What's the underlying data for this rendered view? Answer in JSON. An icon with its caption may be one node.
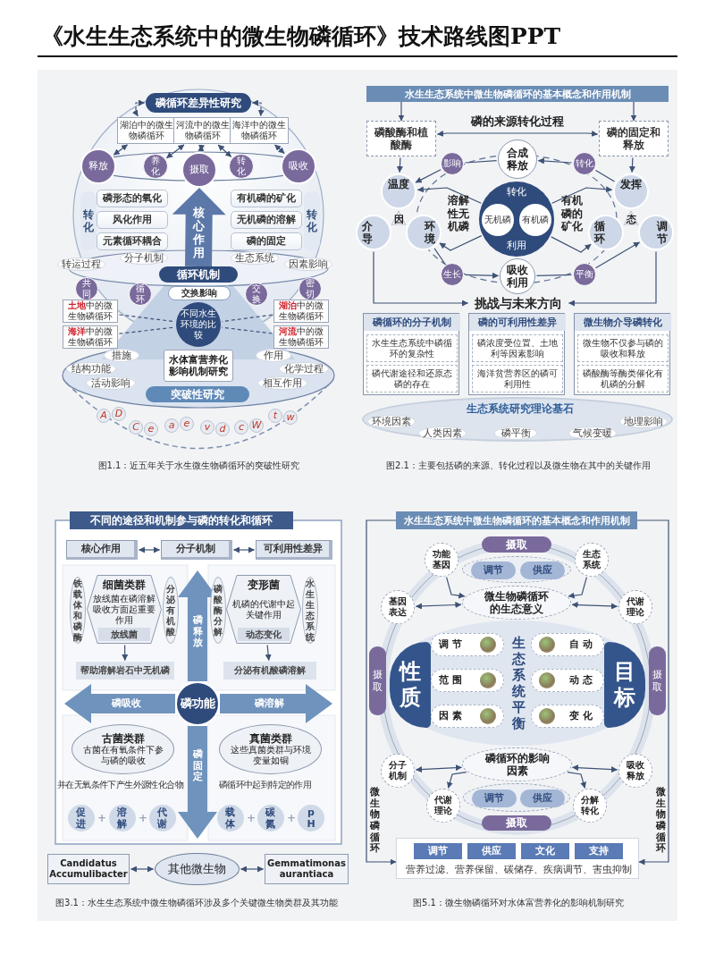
{
  "diagram": {
    "title": "《水生生态系统中的微生物磷循环》技术路线图PPT",
    "nodes": [
      {
        "text": [
          "磷循环差异性研究"
        ]
      },
      {
        "text": [
          "湖泊中的微生物磷循环"
        ]
      },
      {
        "text": [
          "河流中的微生物磷循环"
        ]
      },
      {
        "text": [
          "海洋中的微生物磷循环"
        ]
      },
      {
        "text": [
          "释放"
        ]
      },
      {
        "text": [
          "养化"
        ]
      },
      {
        "text": [
          "摄取"
        ]
      },
      {
        "text": [
          "转化"
        ]
      },
      {
        "text": [
          "吸收"
        ]
      },
      {
        "text": [
          "磷形态的氧化"
        ]
      },
      {
        "text": [
          "风化作用"
        ]
      },
      {
        "text": [
          "元素循环耦合"
        ]
      },
      {
        "text": [
          "有机磷的矿化"
        ]
      },
      {
        "text": [
          "无机磷的溶解"
        ]
      },
      {
        "text": [
          "磷的固定"
        ]
      },
      {
        "text": [
          "转化"
        ]
      },
      {
        "text": [
          "转化"
        ]
      },
      {
        "text": [
          "摄取"
        ]
      },
      {
        "text": [
          "循环机制"
        ]
      },
      {
        "text": [
          "交换影响"
        ]
      },
      {
        "text": [
          "共同"
        ]
      },
      {
        "text": [
          "循环"
        ]
      },
      {
        "text": [
          "交换"
        ]
      },
      {
        "text": [
          "密切"
        ]
      },
      {
        "text": [
          "不同水生环境的比较"
        ]
      },
      {
        "text": [
          "**土地**中的微生物磷循环"
        ]
      },
      {
        "text": [
          "**海洋**中的微生物磷循环"
        ]
      },
      {
        "text": [
          "**湖泊**中的微生物磷循环"
        ]
      },
      {
        "text": [
          "**河流**中的微生物磷循环"
        ]
      },
      {
        "text": [
          "水体富营养化影响机制研究"
        ]
      },
      {
        "text": [
          "突破性研究"
        ]
      },
      {
        "text": [
          "水生生态系统中微生物磷循环的基本概念和作用机制"
        ]
      },
      {
        "text": [
          "磷酸酶和植酸酶"
        ]
      },
      {
        "text": [
          "磷的固定和释放"
        ]
      },
      {
        "text": [
          "合成释放"
        ]
      },
      {
        "text": [
          "影响"
        ]
      },
      {
        "text": [
          "转化"
        ]
      },
      {
        "text": [
          "转化",
          "利用"
        ]
      },
      {
        "text": [
          "无机磷"
        ],
        "in": 37
      },
      {
        "text": [
          "有机磷"
        ],
        "in": 37
      },
      {
        "text": [
          "温度"
        ]
      },
      {
        "text": [
          "介导"
        ]
      },
      {
        "text": [
          "环境"
        ]
      },
      {
        "text": [
          "因"
        ]
      },
      {
        "text": [
          "发挥"
        ]
      },
      {
        "text": [
          "循环"
        ]
      },
      {
        "text": [
          "调节"
        ]
      },
      {
        "text": [
          "态"
        ]
      },
      {
        "text": [
          "吸收利用"
        ]
      },
      {
        "text": [
          "生长"
        ]
      },
      {
        "text": [
          "平衡"
        ]
      },
      {
        "text": [
          "挑战与未来方向"
        ]
      },
      {
        "text": [
          "磷循环的分子机制"
        ]
      },
      {
        "text": [
          "水生生态系统中磷循环的复杂性"
        ],
        "in": 52
      },
      {
        "text": [
          "磷代谢途径和还原态磷的存在"
        ],
        "in": 52
      },
      {
        "text": [
          "磷的可利用性差异"
        ]
      },
      {
        "text": [
          "磷浓度受位置、土地利等因素影响"
        ],
        "in": 55
      },
      {
        "text": [
          "海洋贫营养区的磷可利用性"
        ],
        "in": 55
      },
      {
        "text": [
          "微生物介导磷转化"
        ]
      },
      {
        "text": [
          "微生物不仅参与磷的吸收和释放"
        ],
        "in": 58
      },
      {
        "text": [
          "磷酸酶等酶类催化有机磷的分解"
        ],
        "in": 58
      },
      {
        "text": [
          "生态系统研究理论基石"
        ]
      },
      {
        "text": [
          "不同的途径和机制参与磷的转化和循环"
        ]
      },
      {
        "text": [
          "核心作用"
        ]
      },
      {
        "text": [
          "分子机制"
        ]
      },
      {
        "text": [
          "可利用性差异"
        ]
      },
      {
        "text": [
          "细菌类群",
          "放线菌在磷溶解吸收方面起重要作用"
        ]
      },
      {
        "text": [
          "放线菌"
        ],
        "in": 66
      },
      {
        "text": [
          "铁载体和磷酶"
        ]
      },
      {
        "text": [
          "分泌有机酸"
        ]
      },
      {
        "text": [
          "帮助溶解岩石中无机磷"
        ]
      },
      {
        "text": [
          "变形菌",
          "机磷的代谢中起关键作用"
        ]
      },
      {
        "text": [
          "动态变化"
        ],
        "in": 71
      },
      {
        "text": [
          "磷酸酶分解"
        ]
      },
      {
        "text": [
          "水生生态系统"
        ]
      },
      {
        "text": [
          "分泌有机酸磷溶解"
        ]
      },
      {
        "text": [
          "磷功能"
        ]
      },
      {
        "text": [
          "古菌类群",
          "古菌在有氧条件下参与磷的吸收"
        ],
        "beside": [
          "并在无氧条件下产生外源性化合物"
        ]
      },
      {
        "text": [
          "促进"
        ]
      },
      {
        "text": [
          "溶解"
        ]
      },
      {
        "text": [
          "代谢"
        ]
      },
      {
        "text": [
          "真菌类群",
          "这些真菌类群与环境变量如铜"
        ],
        "beside": [
          "磷循环中起到特定的作用"
        ]
      },
      {
        "text": [
          "载体"
        ]
      },
      {
        "text": [
          "碳氮"
        ]
      },
      {
        "text": [
          "pH"
        ]
      },
      {
        "text": [
          "Candidatus Accumulibacter"
        ]
      },
      {
        "text": [
          "其他微生物"
        ]
      },
      {
        "text": [
          "Gemmatimonas aurantiaca"
        ]
      },
      {
        "text": [
          "水生生态系统中微生物磷循环的基本概念和作用机制"
        ]
      },
      {
        "text": [
          "摄取"
        ]
      },
      {
        "text": [
          "功能基因"
        ]
      },
      {
        "text": [
          "生态系统"
        ]
      },
      {
        "text": [
          "基因表达"
        ]
      },
      {
        "text": [
          "代谢理论"
        ]
      },
      {
        "text": [],
        "shape": "ellipse"
      },
      {
        "text": [
          "调节"
        ],
        "in": 94
      },
      {
        "text": [
          "供应"
        ],
        "in": 94
      },
      {
        "text": [
          "微生物磷循环的生态意义"
        ]
      },
      {
        "text": [
          "生态系统平衡"
        ]
      },
      {
        "text": [
          "性质"
        ],
        "in": 98
      },
      {
        "text": [
          "目标"
        ],
        "in": 98
      },
      {
        "text": [
          "调节"
        ],
        "in": 98
      },
      {
        "text": [
          "范围"
        ],
        "in": 98
      },
      {
        "text": [
          "因素"
        ],
        "in": 98
      },
      {
        "text": [
          "自动"
        ],
        "in": 98
      },
      {
        "text": [
          "动态"
        ],
        "in": 98
      },
      {
        "text": [
          "变化"
        ],
        "in": 98
      },
      {
        "text": [
          "摄取"
        ]
      },
      {
        "text": [
          "摄取"
        ]
      },
      {
        "text": [
          "磷循环的影响因素"
        ]
      },
      {
        "text": [],
        "shape": "ellipse"
      },
      {
        "text": [
          "调节"
        ],
        "in": 110
      },
      {
        "text": [
          "供应"
        ],
        "in": 110
      },
      {
        "text": [
          "分子机制"
        ]
      },
      {
        "text": [
          "吸收释放"
        ]
      },
      {
        "text": [
          "代谢理论"
        ]
      },
      {
        "text": [
          "分解转化"
        ]
      },
      {
        "text": [
          "营养过滤、营养保留、碳储存、疾病调节、害虫抑制"
        ]
      },
      {
        "text": [
          "调节"
        ],
        "in": 117
      },
      {
        "text": [
          "供应"
        ],
        "in": 117
      },
      {
        "text": [
          "文化"
        ],
        "in": 117
      },
      {
        "text": [
          "支持"
        ],
        "in": 117
      }
    ],
    "edges": [
      {
        "from": 0,
        "to": 1,
        "arrow": "both",
        "style": "dashed"
      },
      {
        "from": 0,
        "to": 3,
        "arrow": "both",
        "style": "dashed"
      },
      {
        "from": 1,
        "to": 4,
        "arrow": "both"
      },
      {
        "from": 2,
        "to": 5,
        "arrow": "both"
      },
      {
        "from": 2,
        "to": 6,
        "arrow": "both"
      },
      {
        "from": 2,
        "to": 7,
        "arrow": "both"
      },
      {
        "from": 3,
        "to": 8,
        "arrow": "both"
      },
      {
        "from": 25,
        "to": 24,
        "arrow": "none",
        "style": "dashed"
      },
      {
        "from": 26,
        "to": 24,
        "arrow": "none",
        "style": "dashed"
      },
      {
        "from": 27,
        "to": 24,
        "arrow": "none",
        "style": "dashed"
      },
      {
        "from": 28,
        "to": 24,
        "arrow": "none",
        "style": "dashed"
      },
      {
        "from": 31,
        "to": 32,
        "arrow": "to"
      },
      {
        "from": 31,
        "to": 33,
        "arrow": "to"
      },
      {
        "from": 32,
        "to": 33,
        "arrow": "both",
        "label": "磷的来源转化过程"
      },
      {
        "from": 32,
        "to": 40,
        "arrow": "to"
      },
      {
        "from": 33,
        "to": 44,
        "arrow": "to"
      },
      {
        "from": 34,
        "to": 35,
        "arrow": "none"
      },
      {
        "from": 35,
        "to": 40,
        "arrow": "to"
      },
      {
        "from": 44,
        "to": 36,
        "arrow": "none"
      },
      {
        "from": 36,
        "to": 34,
        "arrow": "to"
      },
      {
        "from": 37,
        "to": 40,
        "arrow": "to"
      },
      {
        "from": 37,
        "to": 42,
        "arrow": "to"
      },
      {
        "from": 37,
        "to": 44,
        "arrow": "to"
      },
      {
        "from": 37,
        "to": 45,
        "arrow": "to"
      },
      {
        "from": 42,
        "to": 49,
        "arrow": "none"
      },
      {
        "from": 49,
        "to": 48,
        "arrow": "to"
      },
      {
        "from": 48,
        "to": 50,
        "arrow": "none"
      },
      {
        "from": 50,
        "to": 46,
        "arrow": "to"
      },
      {
        "from": 41,
        "to": 51,
        "arrow": "to"
      },
      {
        "from": 46,
        "to": 51,
        "arrow": "to"
      },
      {
        "from": 63,
        "to": 64,
        "arrow": "both"
      },
      {
        "from": 64,
        "to": 65,
        "arrow": "both"
      },
      {
        "from": 66,
        "to": 70,
        "arrow": "to"
      },
      {
        "from": 71,
        "to": 75,
        "arrow": "to"
      },
      {
        "from": 76,
        "to": null,
        "arrow": "to",
        "label": "磷释放",
        "style": "thick",
        "color": "#6f93bd"
      },
      {
        "from": 76,
        "to": null,
        "arrow": "to",
        "label": "磷吸收",
        "style": "thick",
        "color": "#6f93bd"
      },
      {
        "from": 76,
        "to": null,
        "arrow": "to",
        "label": "磷溶解",
        "style": "thick",
        "color": "#6f93bd"
      },
      {
        "from": 76,
        "to": null,
        "arrow": "to",
        "label": "磷固定",
        "style": "thick",
        "color": "#6f93bd"
      },
      {
        "from": 85,
        "to": 86,
        "arrow": "both"
      },
      {
        "from": 86,
        "to": 87,
        "arrow": "both"
      },
      {
        "from": 90,
        "to": 97,
        "arrow": "to"
      },
      {
        "from": 91,
        "to": 97,
        "arrow": "to"
      },
      {
        "from": 92,
        "to": 97,
        "arrow": "both"
      },
      {
        "from": 93,
        "to": 97,
        "arrow": "both"
      },
      {
        "from": 88,
        "to": 117,
        "arrow": "to",
        "label": "微生物磷循环"
      },
      {
        "from": 88,
        "to": 117,
        "arrow": "to",
        "label": "微生物磷循环"
      },
      {
        "from": 113,
        "to": 109,
        "arrow": "both"
      },
      {
        "from": 114,
        "to": 109,
        "arrow": "both"
      },
      {
        "from": 109,
        "to": 115,
        "arrow": "to"
      },
      {
        "from": 109,
        "to": 116,
        "arrow": "to"
      },
      {
        "from": 18,
        "to": 6,
        "arrow": "to",
        "label": "核心作用",
        "style": "thick",
        "color": "#5b78a8"
      }
    ],
    "labels": [
      "转运过程",
      "分子机制",
      "生态系统",
      "因素影响",
      "措施",
      "作用",
      "结构功能",
      "化学过程",
      "活动影响",
      "相互作用",
      "A",
      "D",
      "C",
      "e",
      "a",
      "e",
      "v",
      "d",
      "c",
      "W",
      "t",
      "w",
      "图1.1：近五年关于水生微生物磷循环的突破性研究",
      "溶解性无机磷",
      "有机磷的矿化",
      "环境因素",
      "地理影响",
      "人类因素",
      "磷平衡",
      "气候变暖",
      "图2.1：主要包括磷的来源、转化过程以及微生物在其中的关键作用",
      "+",
      "+",
      "+",
      "+",
      "图3.1：水生生态系统中微生物磷循环涉及多个关键微生物类群及其功能",
      "图5.1：微生物磷循环对水体富营养化的影响机制研究"
    ]
  }
}
